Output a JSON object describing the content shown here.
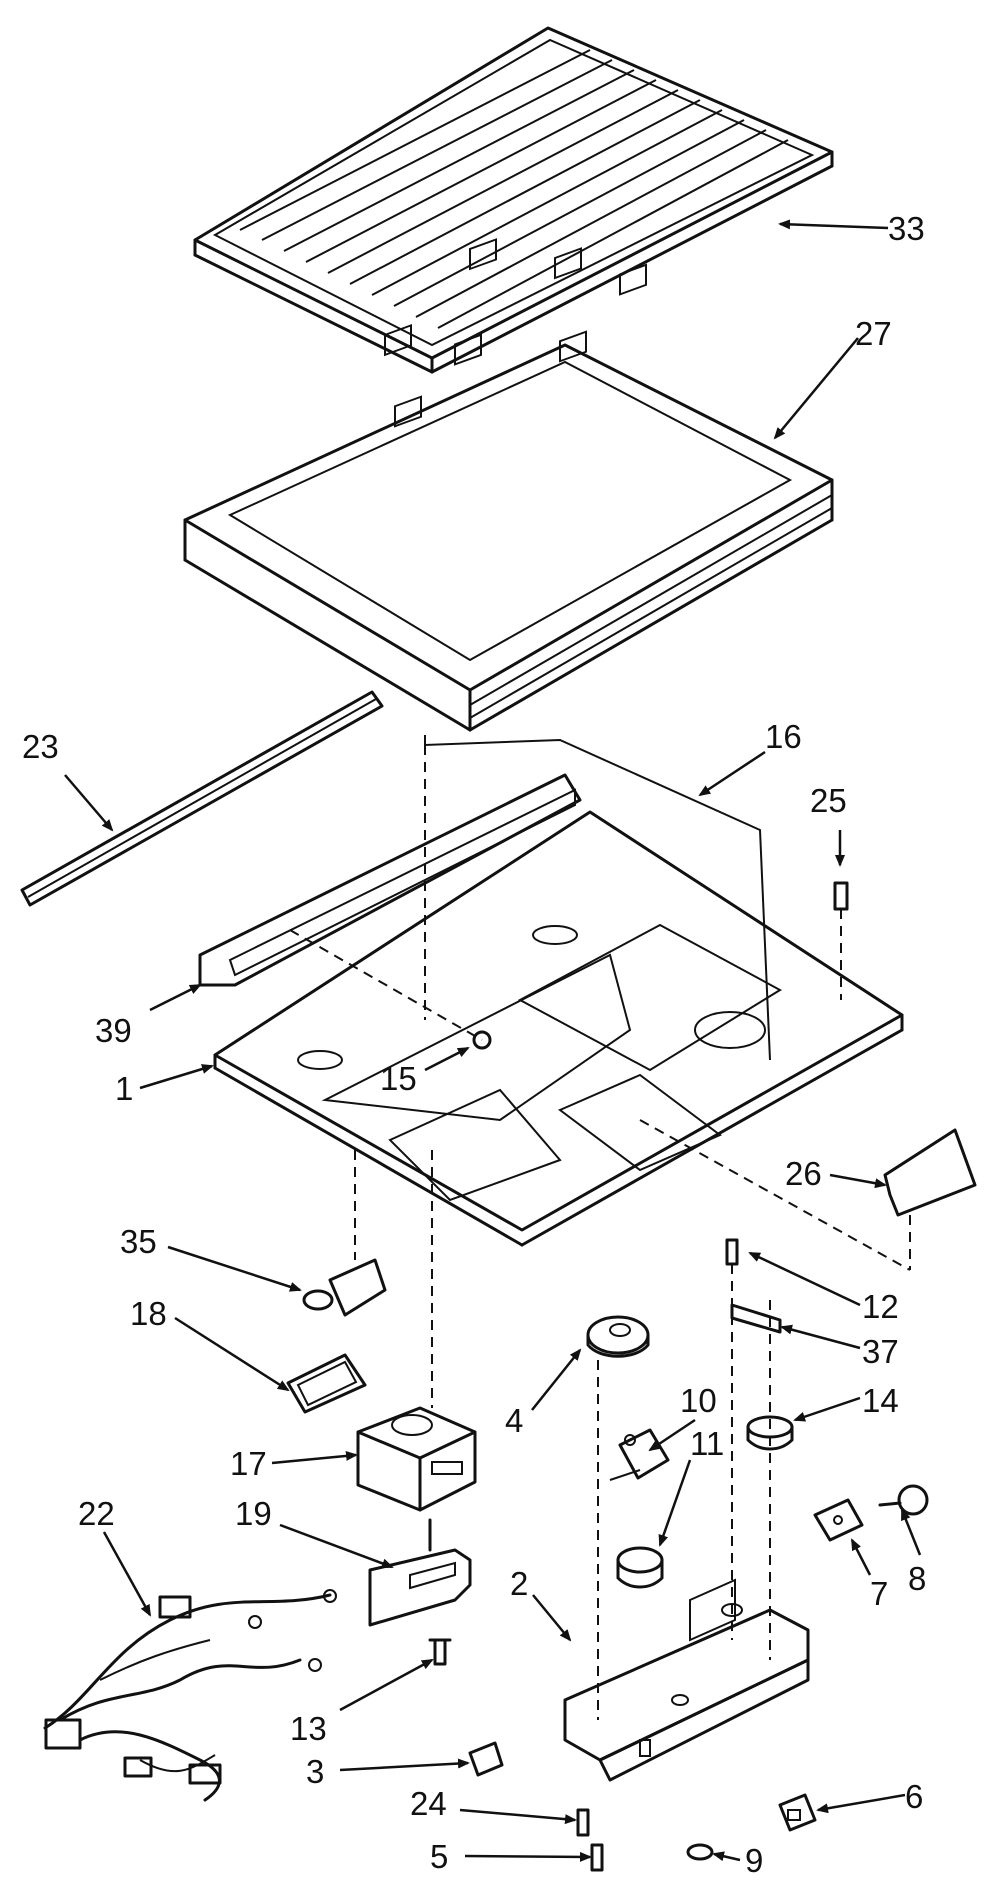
{
  "callouts": [
    {
      "id": "c33",
      "label": "33"
    },
    {
      "id": "c27",
      "label": "27"
    },
    {
      "id": "c23",
      "label": "23"
    },
    {
      "id": "c16",
      "label": "16"
    },
    {
      "id": "c25",
      "label": "25"
    },
    {
      "id": "c39",
      "label": "39"
    },
    {
      "id": "c1",
      "label": "1"
    },
    {
      "id": "c15",
      "label": "15"
    },
    {
      "id": "c26",
      "label": "26"
    },
    {
      "id": "c35",
      "label": "35"
    },
    {
      "id": "c12",
      "label": "12"
    },
    {
      "id": "c18",
      "label": "18"
    },
    {
      "id": "c37",
      "label": "37"
    },
    {
      "id": "c4",
      "label": "4"
    },
    {
      "id": "c10",
      "label": "10"
    },
    {
      "id": "c14",
      "label": "14"
    },
    {
      "id": "c11",
      "label": "11"
    },
    {
      "id": "c17",
      "label": "17"
    },
    {
      "id": "c19",
      "label": "19"
    },
    {
      "id": "c22",
      "label": "22"
    },
    {
      "id": "c8",
      "label": "8"
    },
    {
      "id": "c7",
      "label": "7"
    },
    {
      "id": "c2",
      "label": "2"
    },
    {
      "id": "c13",
      "label": "13"
    },
    {
      "id": "c3",
      "label": "3"
    },
    {
      "id": "c6",
      "label": "6"
    },
    {
      "id": "c24",
      "label": "24"
    },
    {
      "id": "c5",
      "label": "5"
    },
    {
      "id": "c9",
      "label": "9"
    }
  ]
}
